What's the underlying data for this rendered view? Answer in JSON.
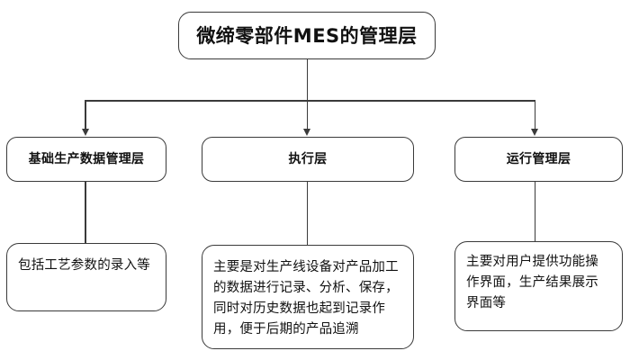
{
  "diagram": {
    "title_node": {
      "label": "微缔零部件MES的管理层"
    },
    "layers": [
      {
        "name": "basic-production-data-management-layer",
        "label": "基础生产数据管理层",
        "description": "包括工艺参数的录入等"
      },
      {
        "name": "execution-layer",
        "label": "执行层",
        "description": "主要是对生产线设备对产品加工的数据进行记录、分析、保存，同时对历史数据也起到记录作用，便于后期的产品追溯"
      },
      {
        "name": "operation-management-layer",
        "label": "运行管理层",
        "description": "主要对用户提供功能操作界面，生产结果展示界面等"
      }
    ],
    "style": {
      "background": "#ffffff",
      "line_color": "#3a3a3a",
      "text_color": "#111111"
    }
  }
}
